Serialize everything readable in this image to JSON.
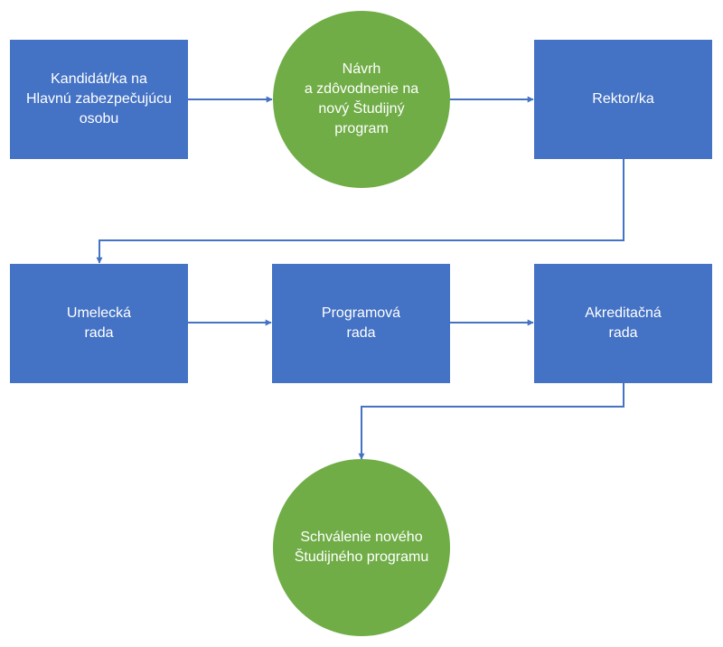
{
  "colors": {
    "process": "#4472c4",
    "terminal": "#70ad47",
    "connector": "#4472c4",
    "text": "#ffffff"
  },
  "nodes": {
    "candidate": "Kandidát/ka na\nHlavnú zabezpečujúcu\nosobu",
    "proposal": "Návrh\na zdôvodnenie na\nnový Študijný\nprogram",
    "rector": "Rektor/ka",
    "art_council": "Umelecká\nrada",
    "program_council": "Programová\nrada",
    "accreditation_council": "Akreditačná\nrada",
    "approval": "Schválenie nového\nŠtudijného programu"
  }
}
